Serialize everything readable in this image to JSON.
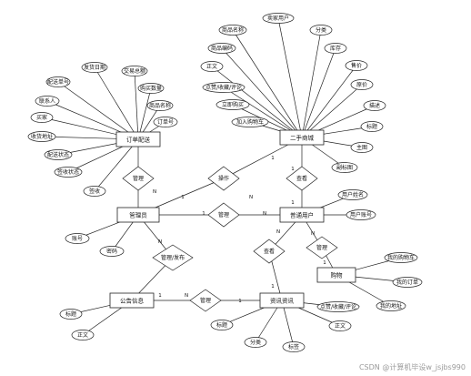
{
  "entities": [
    {
      "id": "order",
      "label": "订单配送"
    },
    {
      "id": "secondhand",
      "label": "二手商城"
    },
    {
      "id": "admin",
      "label": "管理员"
    },
    {
      "id": "user",
      "label": "普通用户"
    },
    {
      "id": "cart",
      "label": "购物"
    },
    {
      "id": "notice",
      "label": "公告信息"
    },
    {
      "id": "news",
      "label": "资讯资讯"
    }
  ],
  "relations": [
    {
      "id": "r_admin_order",
      "label": "管理"
    },
    {
      "id": "r_admin_shop",
      "label": "操作"
    },
    {
      "id": "r_admin_user",
      "label": "管理"
    },
    {
      "id": "r_user_shop",
      "label": "查看"
    },
    {
      "id": "r_admin_notice",
      "label": "管理/发布"
    },
    {
      "id": "r_user_news",
      "label": "查看"
    },
    {
      "id": "r_user_cart",
      "label": "管理"
    },
    {
      "id": "r_notice_news",
      "label": "管理"
    }
  ],
  "attributes": {
    "order": [
      "发货日期",
      "交易总额",
      "购买数量",
      "商品名称",
      "订单号",
      "配送单号",
      "联系人",
      "买家",
      "收货地址",
      "配送状态",
      "签收状态",
      "签收"
    ],
    "secondhand": [
      "卖家用户",
      "商品名称",
      "分类",
      "商品编码",
      "库存",
      "正文",
      "售价",
      "点赞/收藏/评论",
      "原价",
      "立即购买",
      "描述",
      "加入购物车",
      "标题",
      "主图",
      "副标图"
    ],
    "admin": [
      "账号",
      "密码"
    ],
    "user": [
      "用户姓名",
      "用户账号"
    ],
    "cart": [
      "我的购物车",
      "我的订单",
      "我的地址"
    ],
    "notice": [
      "标题",
      "正文"
    ],
    "news": [
      "点赞/收藏/评论",
      "正文",
      "标题",
      "分类",
      "标签"
    ]
  },
  "cardinalities": [
    "N",
    "1",
    "1",
    "N",
    "1",
    "N",
    "1",
    "1",
    "N",
    "1",
    "N",
    "1",
    "N",
    "1",
    "N",
    "1"
  ],
  "watermark": "CSDN @计算机毕设w_jsjbs990"
}
